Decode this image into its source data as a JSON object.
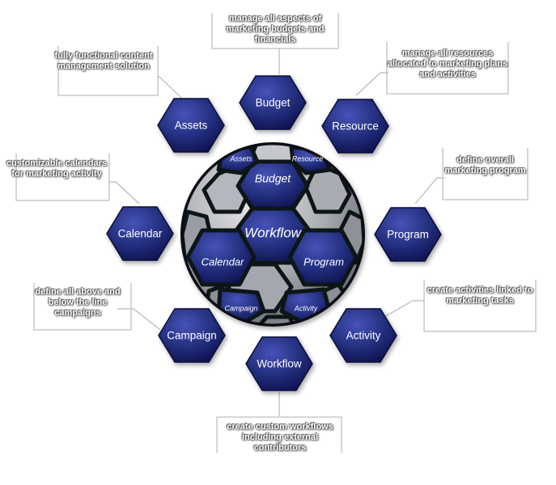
{
  "colors": {
    "hex_fill_light": "#3b47a8",
    "hex_fill_dark": "#101654",
    "sphere_gray": "#b9bcc2",
    "connector": "#b8b8b8",
    "note_border": "#c8c8c8"
  },
  "center": {
    "workflow": "Workflow",
    "budget": "Budget",
    "calendar": "Calendar",
    "program": "Program",
    "assets": "Assets",
    "resource": "Resource",
    "campaign": "Campaign",
    "activity": "Activity"
  },
  "nodes": {
    "budget": "Budget",
    "resource": "Resource",
    "program": "Program",
    "activity": "Activity",
    "workflow": "Workflow",
    "campaign": "Campaign",
    "calendar": "Calendar",
    "assets": "Assets"
  },
  "notes": {
    "budget": "manage all aspects of marketing budgets and financials",
    "resource": "manage all resources allocated to marketing plans and activities",
    "program": "define overall marketing program",
    "activity": "create activities linked to marketing tasks",
    "workflow": "create custom workflows including external contributors",
    "campaign": "define all above and below the line campaigns",
    "calendar": "customizable calendars for marketing activity",
    "assets": "fully functional content management solution"
  }
}
